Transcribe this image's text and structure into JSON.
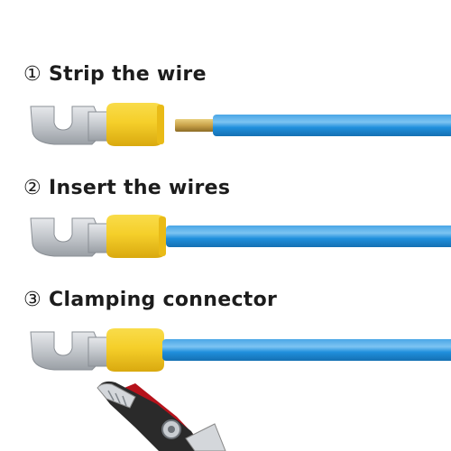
{
  "steps": [
    {
      "number": "①",
      "label": "Strip the wire",
      "state": "stripped"
    },
    {
      "number": "②",
      "label": "Insert the wires",
      "state": "inserted"
    },
    {
      "number": "③",
      "label": "Clamping connector",
      "state": "crimped"
    }
  ],
  "colors": {
    "wire": "#1f8fdc",
    "wire_highlight": "#7cc4f2",
    "sleeve": "#f5cf2a",
    "sleeve_shadow": "#d9a90f",
    "terminal_metal": "#c9cdd2",
    "copper_core": "#c9a24a"
  },
  "icons": [
    "spade-terminal-icon",
    "pliers-icon"
  ]
}
